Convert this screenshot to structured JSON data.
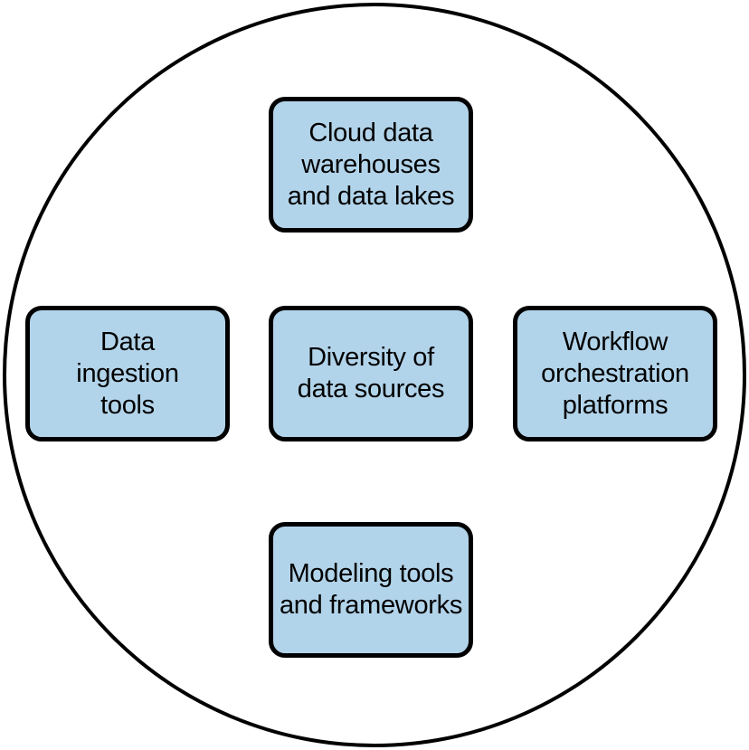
{
  "colors": {
    "box-fill": "#b2d4ea",
    "stroke": "#000000",
    "text": "#000000"
  },
  "diagram": {
    "shape": "circle-with-five-nodes",
    "nodes": [
      {
        "id": "cloud-data-warehouses",
        "position": "top",
        "label": "Cloud data\nwarehouses\nand data lakes"
      },
      {
        "id": "data-ingestion-tools",
        "position": "left",
        "label": "Data\ningestion\ntools"
      },
      {
        "id": "diversity-of-sources",
        "position": "center",
        "label": "Diversity of\ndata sources"
      },
      {
        "id": "workflow-orchestration",
        "position": "right",
        "label": "Workflow\norchestration\nplatforms"
      },
      {
        "id": "modeling-tools",
        "position": "bottom",
        "label": "Modeling tools\nand frameworks"
      }
    ]
  }
}
